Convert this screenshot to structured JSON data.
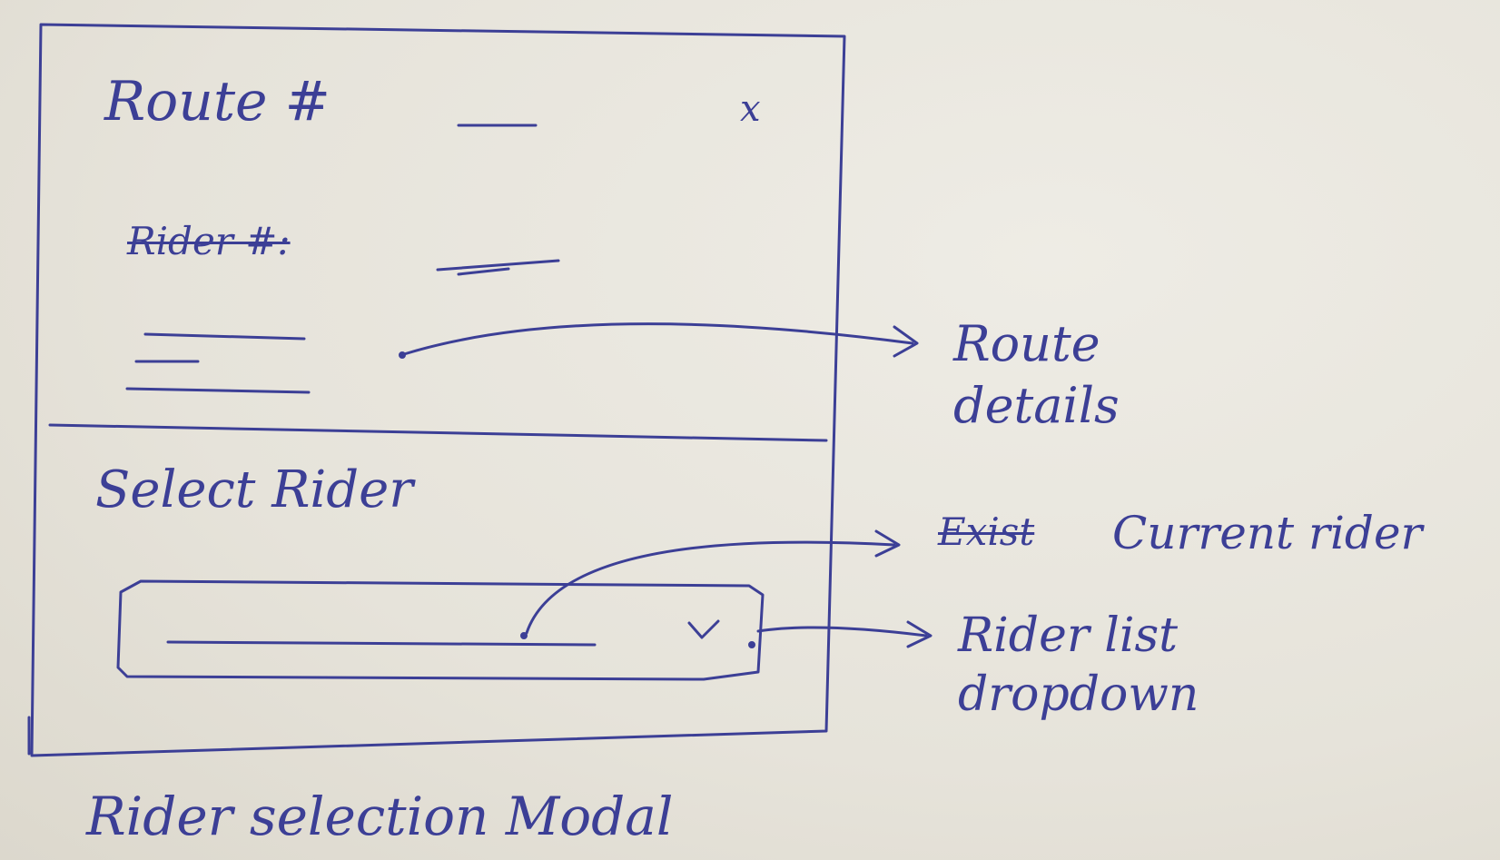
{
  "modal": {
    "title": "Route #",
    "close_label": "x",
    "rider_number_struck": "Rider #:",
    "select_label": "Select Rider"
  },
  "annotations": {
    "route_details": "Route details",
    "exist_struck": "Exist",
    "current_rider": "Current rider",
    "rider_list_dropdown": "Rider list dropdown"
  },
  "caption": "Rider selection Modal",
  "ink_color": "#3c3f96"
}
